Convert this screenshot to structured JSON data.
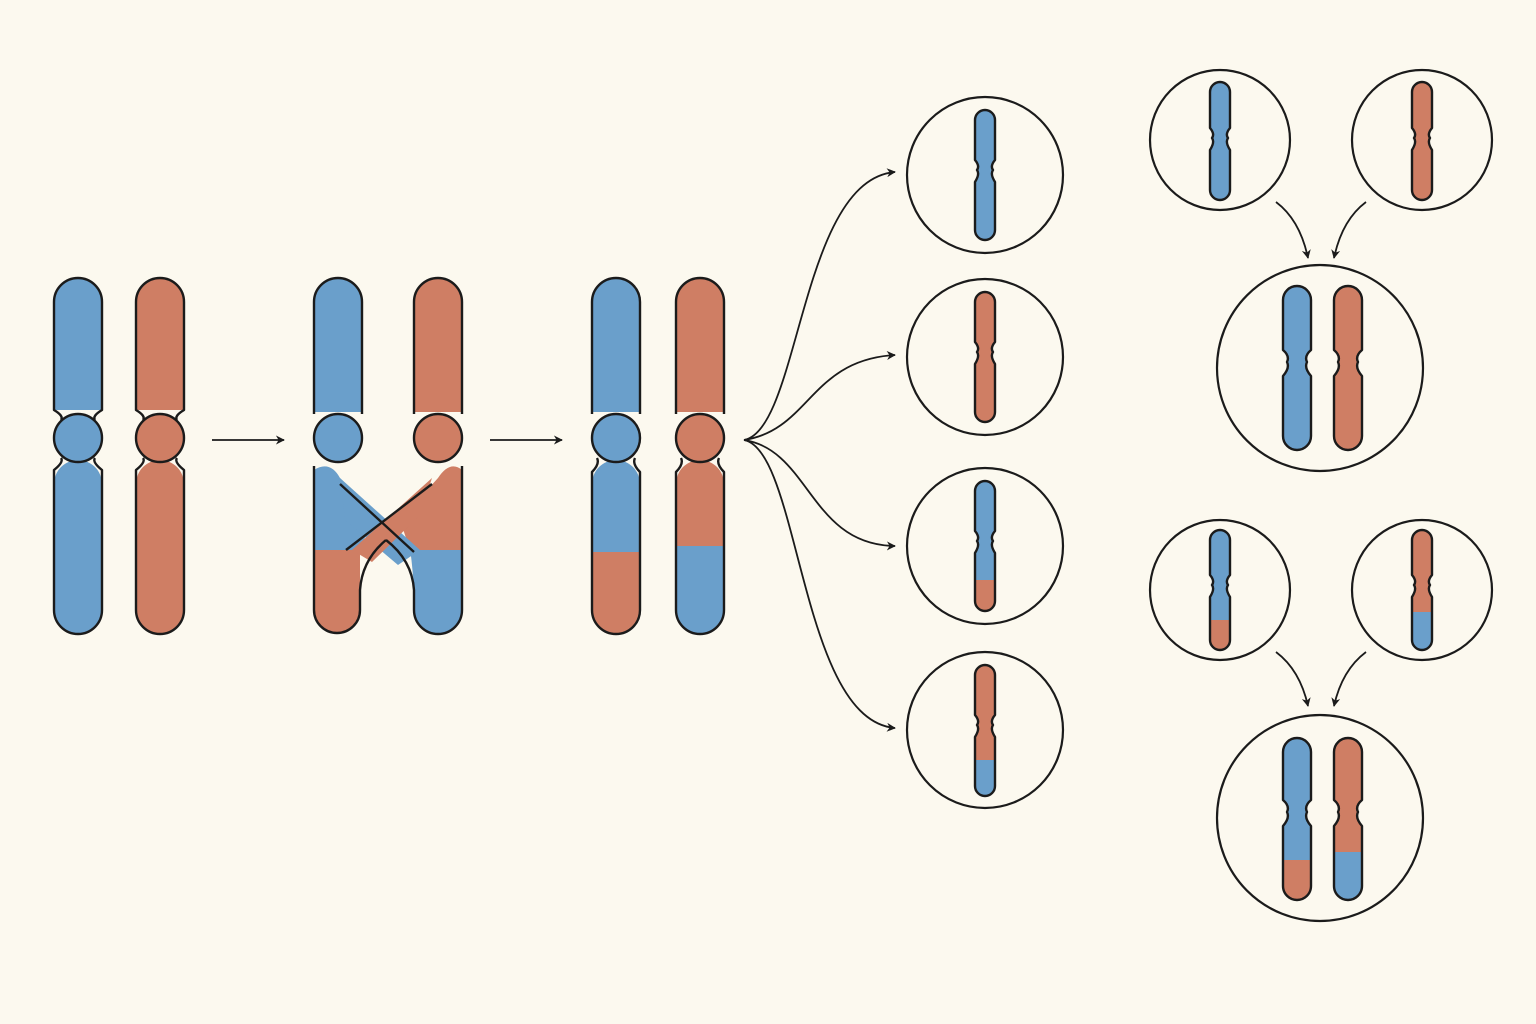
{
  "colors": {
    "background": "#fcf9ef",
    "maternal": "#6a9fcb",
    "paternal": "#cf7e64",
    "outline": "#1b1b1b"
  },
  "diagram": {
    "stages": [
      {
        "name": "homologous-pair",
        "chromosomes": [
          "maternal",
          "paternal"
        ]
      },
      {
        "name": "crossing-over",
        "chromosomes": [
          "maternal",
          "paternal"
        ],
        "crossover": true
      },
      {
        "name": "recombinant-pair",
        "chromosomes": [
          {
            "top": "maternal",
            "bottom_tip": "paternal"
          },
          {
            "top": "paternal",
            "bottom_tip": "maternal"
          }
        ]
      }
    ],
    "gametes": [
      {
        "body": "maternal"
      },
      {
        "body": "paternal"
      },
      {
        "body": "maternal",
        "tip": "paternal"
      },
      {
        "body": "paternal",
        "tip": "maternal"
      }
    ],
    "fertilizations": [
      {
        "parents": [
          "maternal",
          "paternal"
        ],
        "result": [
          "maternal",
          "paternal"
        ]
      },
      {
        "parents": [
          {
            "body": "maternal",
            "tip": "paternal"
          },
          {
            "body": "paternal",
            "tip": "maternal"
          }
        ],
        "result": [
          {
            "body": "maternal",
            "tip": "paternal"
          },
          {
            "body": "paternal",
            "tip": "maternal"
          }
        ]
      }
    ]
  }
}
